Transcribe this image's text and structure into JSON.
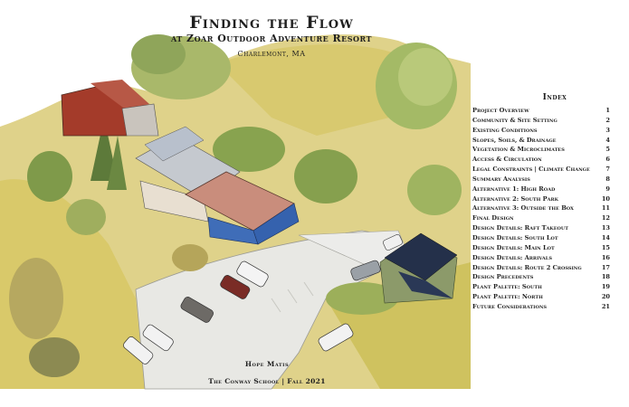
{
  "cover": {
    "title": "Finding the Flow",
    "subtitle": "at Zoar Outdoor Adventure Resort",
    "location": "Charlemont, MA",
    "author": "Hope Matis",
    "school": "The Conway School | Fall 2021"
  },
  "index": {
    "heading": "Index",
    "entries": [
      {
        "label": "Project Overview",
        "page": "1"
      },
      {
        "label": "Community & Site Setting",
        "page": "2"
      },
      {
        "label": "Existing Conditions",
        "page": "3"
      },
      {
        "label": "Slopes, Soils, & Drainage",
        "page": "4"
      },
      {
        "label": "Vegetation & Microclimates",
        "page": "5"
      },
      {
        "label": "Access & Circulation",
        "page": "6"
      },
      {
        "label": "Legal Constraints | Climate Change",
        "page": "7"
      },
      {
        "label": "Summary Analysis",
        "page": "8"
      },
      {
        "label": "Alternative 1: High Road",
        "page": "9"
      },
      {
        "label": "Alternative 2: South Park",
        "page": "10"
      },
      {
        "label": "Alternative 3: Outside the Box",
        "page": "11"
      },
      {
        "label": "Final Design",
        "page": "12"
      },
      {
        "label": "Design Details: Raft Takeout",
        "page": "13"
      },
      {
        "label": "Design Details: South Lot",
        "page": "14"
      },
      {
        "label": "Design Details: Main Lot",
        "page": "15"
      },
      {
        "label": "Design Details: Arrivals",
        "page": "16"
      },
      {
        "label": "Design Details: Route 2 Crossing",
        "page": "17"
      },
      {
        "label": "Design Precedents",
        "page": "18"
      },
      {
        "label": "Plant Palette: South",
        "page": "19"
      },
      {
        "label": "Plant Palette: North",
        "page": "20"
      },
      {
        "label": "Future Considerations",
        "page": "21"
      }
    ]
  }
}
